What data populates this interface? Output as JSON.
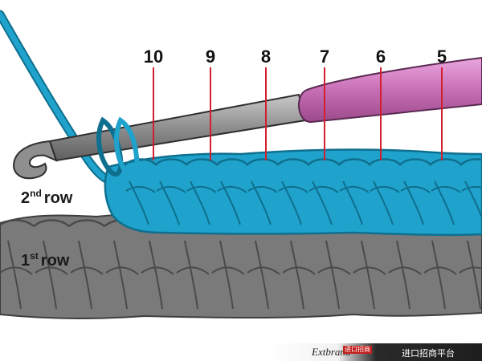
{
  "stitch_markers": [
    "10",
    "9",
    "8",
    "7",
    "6",
    "5"
  ],
  "row_labels": {
    "second": {
      "ordinal": "2",
      "suffix": "nd",
      "word": "row"
    },
    "first": {
      "ordinal": "1",
      "suffix": "st",
      "word": "row"
    }
  },
  "watermark": {
    "brand": "Extbrand",
    "brand_sub": "进口招商",
    "platform": "进口招商平台"
  },
  "colors": {
    "yarn_top": "#1fa3cc",
    "yarn_top_dark": "#0f6f8e",
    "yarn_bottom": "#7a7a7a",
    "yarn_bottom_dark": "#4a4a4a",
    "hook_shaft": "#8f8f8f",
    "hook_handle": "#c86fb6",
    "marker_line": "#d21f2e"
  }
}
